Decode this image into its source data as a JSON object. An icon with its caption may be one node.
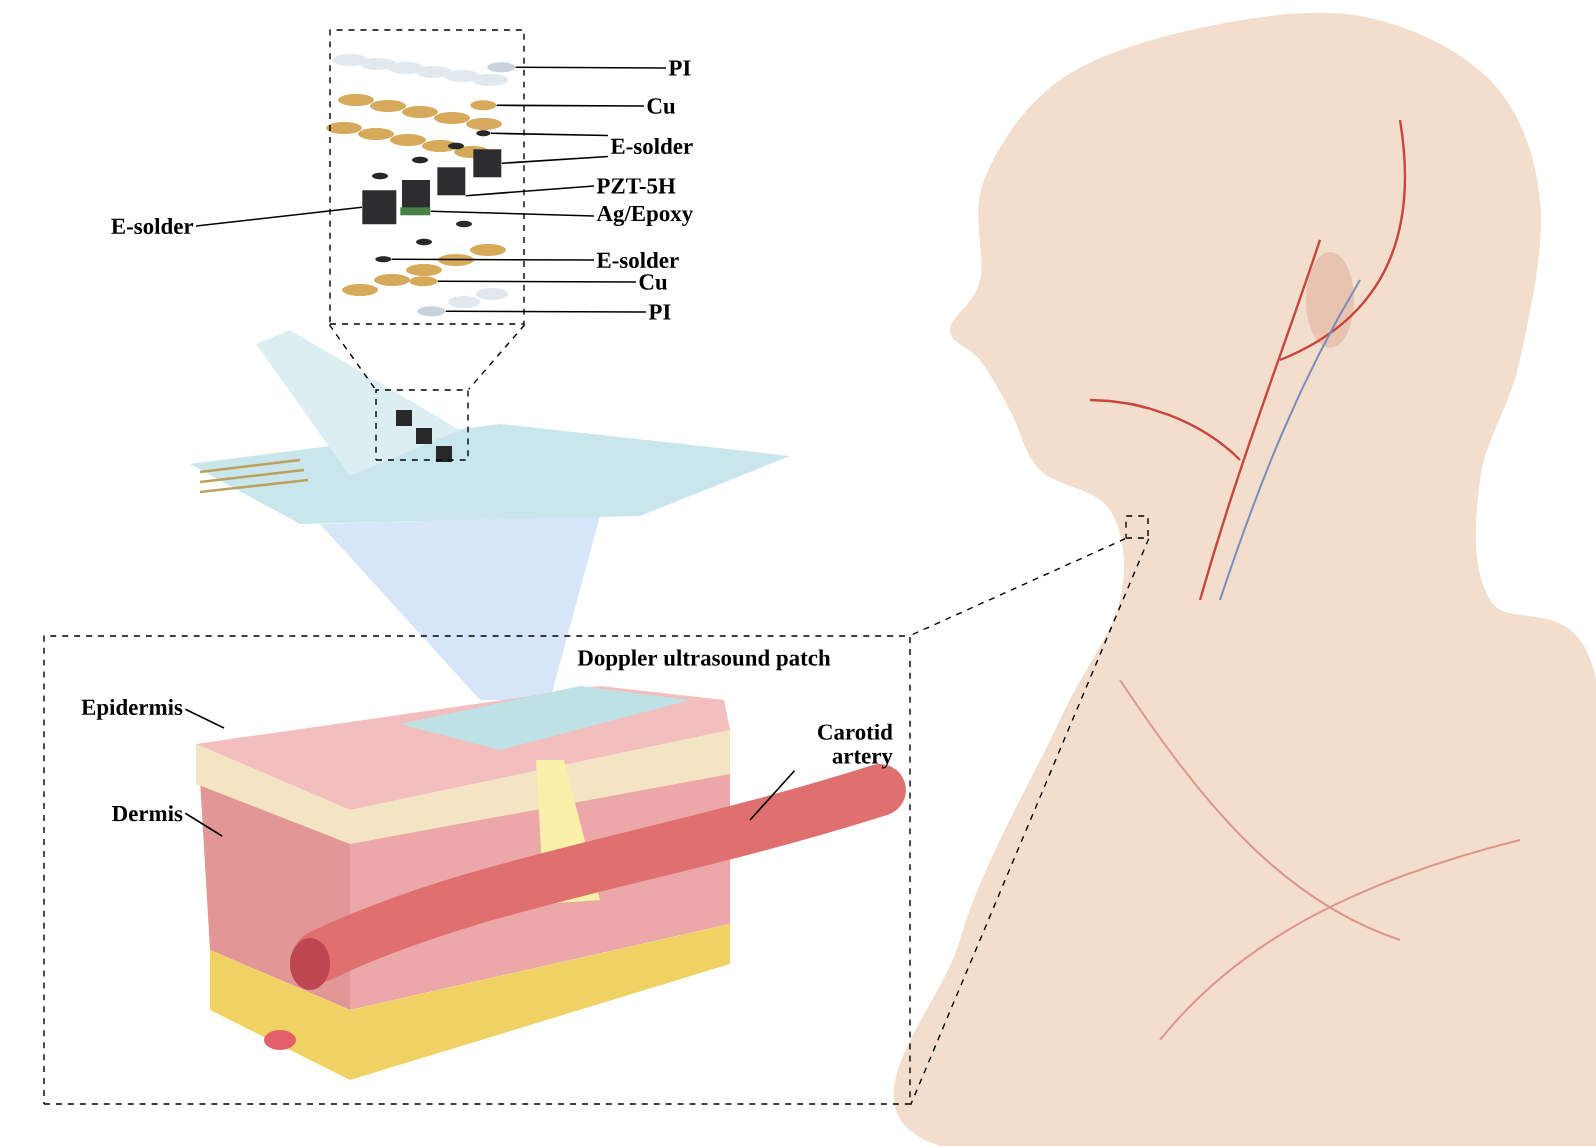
{
  "diagram": {
    "nodes": [
      {
        "text": [],
        "shape": "box"
      },
      {
        "text": [
          "PI"
        ]
      },
      {
        "text": [
          "Cu"
        ]
      },
      {
        "text": [
          "E-solder"
        ]
      },
      {
        "text": [
          "PZT-5H"
        ]
      },
      {
        "text": [
          "Ag/Epoxy"
        ]
      },
      {
        "text": [
          "E-solder"
        ]
      },
      {
        "text": [
          "E-solder"
        ]
      },
      {
        "text": [
          "Cu"
        ]
      },
      {
        "text": [
          "PI"
        ]
      },
      {
        "text": [],
        "shape": "ellipse",
        "in": 0
      },
      {
        "text": [],
        "shape": "ellipse",
        "in": 0
      },
      {
        "text": [],
        "shape": "ellipse",
        "in": 0
      },
      {
        "text": [],
        "shape": "box",
        "in": 0
      },
      {
        "text": [],
        "shape": "box",
        "in": 0
      },
      {
        "text": [],
        "shape": "bar",
        "in": 0
      },
      {
        "text": [],
        "shape": "box",
        "in": 0
      },
      {
        "text": [],
        "shape": "ellipse",
        "in": 0
      },
      {
        "text": [],
        "shape": "ellipse",
        "in": 0
      },
      {
        "text": [],
        "shape": "ellipse",
        "in": 0
      },
      {
        "text": [],
        "shape": "box"
      },
      {
        "text": [],
        "shape": "box"
      },
      {
        "text": [],
        "shape": "box"
      },
      {
        "text": [
          "Epidermis"
        ],
        "in": 22
      },
      {
        "text": [
          "Carotid artery"
        ],
        "in": 22
      },
      {
        "text": [
          "Dermis"
        ],
        "in": 22
      }
    ],
    "edges": [
      {
        "from": 1,
        "to": 10,
        "arrow": "none"
      },
      {
        "from": 2,
        "to": 11,
        "arrow": "none"
      },
      {
        "from": 3,
        "to": 12,
        "arrow": "none"
      },
      {
        "from": 3,
        "to": 13,
        "arrow": "none"
      },
      {
        "from": 4,
        "to": 14,
        "arrow": "none"
      },
      {
        "from": 5,
        "to": 15,
        "arrow": "none"
      },
      {
        "from": 6,
        "to": 16,
        "arrow": "none"
      },
      {
        "from": 7,
        "to": 17,
        "arrow": "none"
      },
      {
        "from": 8,
        "to": 18,
        "arrow": "none"
      },
      {
        "from": 9,
        "to": 19,
        "arrow": "none"
      },
      {
        "from": 23,
        "to": null,
        "arrow": "none"
      },
      {
        "from": 24,
        "to": null,
        "arrow": "none"
      },
      {
        "from": 25,
        "to": null,
        "arrow": "none"
      },
      {
        "from": 0,
        "to": 20,
        "arrow": "none",
        "style": "dashed"
      },
      {
        "from": 0,
        "to": 20,
        "arrow": "none",
        "style": "dashed"
      },
      {
        "from": 21,
        "to": 22,
        "arrow": "none",
        "style": "dashed"
      },
      {
        "from": 21,
        "to": 22,
        "arrow": "none",
        "style": "dashed"
      }
    ],
    "labels": [
      "Doppler ultrasound patch"
    ]
  }
}
